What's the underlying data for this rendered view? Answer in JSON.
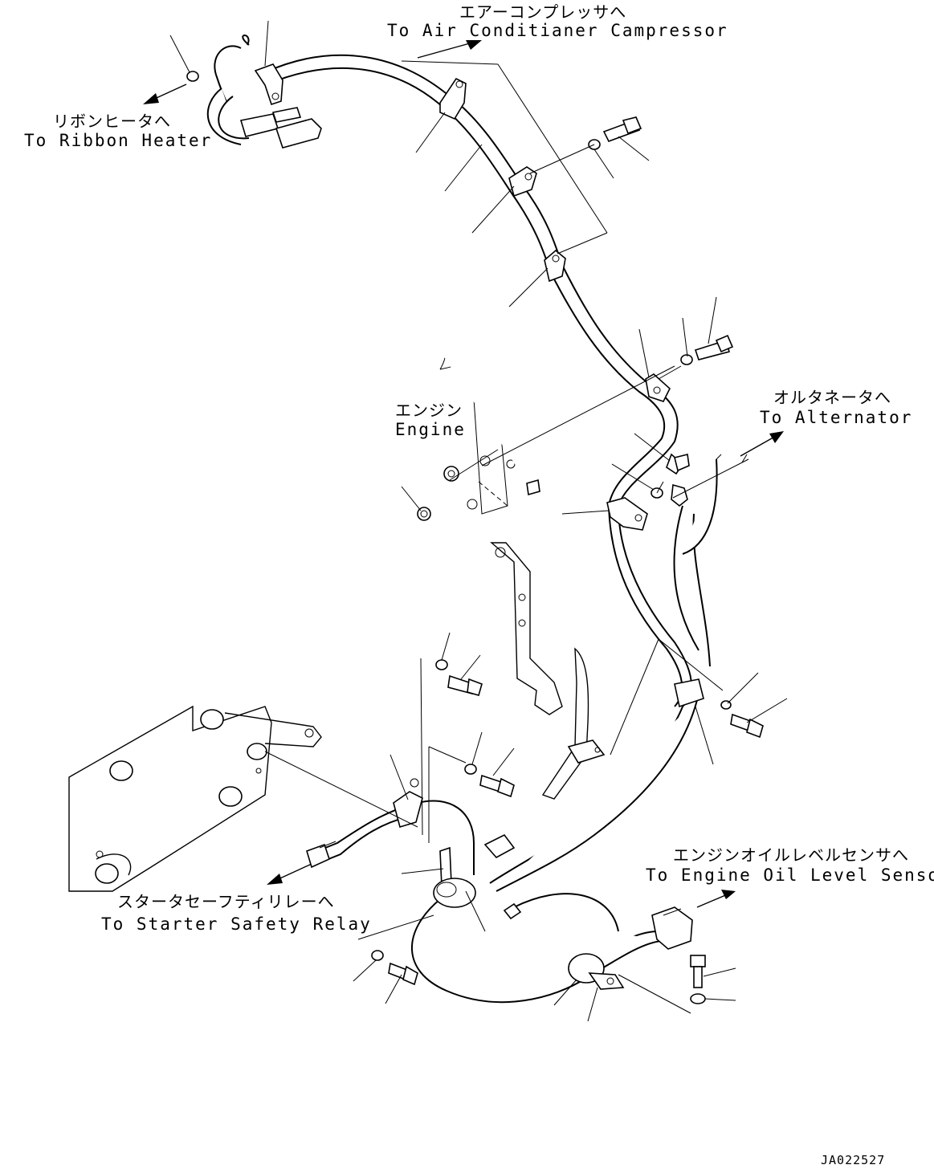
{
  "callouts": {
    "air_compressor": {
      "jp": "エアーコンプレッサへ",
      "en": "To Air Conditianer Campressor"
    },
    "ribbon_heater": {
      "jp": "リボンヒータへ",
      "en": "To Ribbon Heater"
    },
    "engine": {
      "jp": "エンジン",
      "en": "Engine"
    },
    "alternator": {
      "jp": "オルタネータへ",
      "en": "To Alternator"
    },
    "oil_level_sensor": {
      "jp": "エンジンオイルレベルセンサへ",
      "en": "To Engine Oil Level Sensor"
    },
    "starter_relay": {
      "jp": "スタータセーフティリレーへ",
      "en": "To Starter Safety Relay"
    }
  },
  "drawing_code": "JA022527",
  "colors": {
    "ink": "#000000",
    "paper": "#ffffff"
  },
  "icons": [
    "arrow-icon",
    "bolt-icon",
    "washer-icon",
    "clamp-icon",
    "connector-icon"
  ]
}
